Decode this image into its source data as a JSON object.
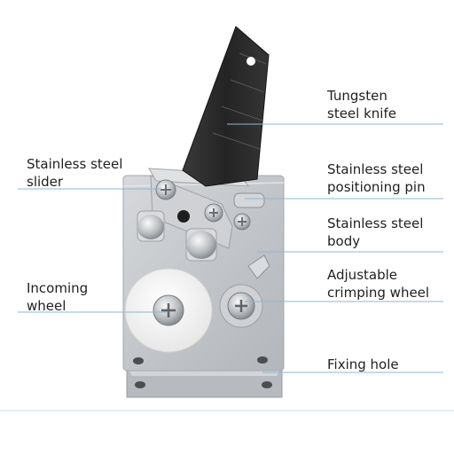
{
  "callouts": {
    "tungsten_knife": [
      "Tungsten",
      "steel knife"
    ],
    "positioning_pin": [
      "Stainless steel",
      "positioning pin"
    ],
    "body": [
      "Stainless steel",
      "body"
    ],
    "crimping_wheel": [
      "Adjustable",
      "crimping wheel"
    ],
    "fixing_hole": [
      "Fixing hole"
    ],
    "slider": [
      "Stainless steel",
      "slider"
    ],
    "incoming_wheel": [
      "Incoming",
      "wheel"
    ]
  },
  "colors": {
    "leader_line": "#8fb7d2",
    "steel": "#c9cbce",
    "blade": "#2b2b2b",
    "wheel": "#f2f2f2"
  }
}
